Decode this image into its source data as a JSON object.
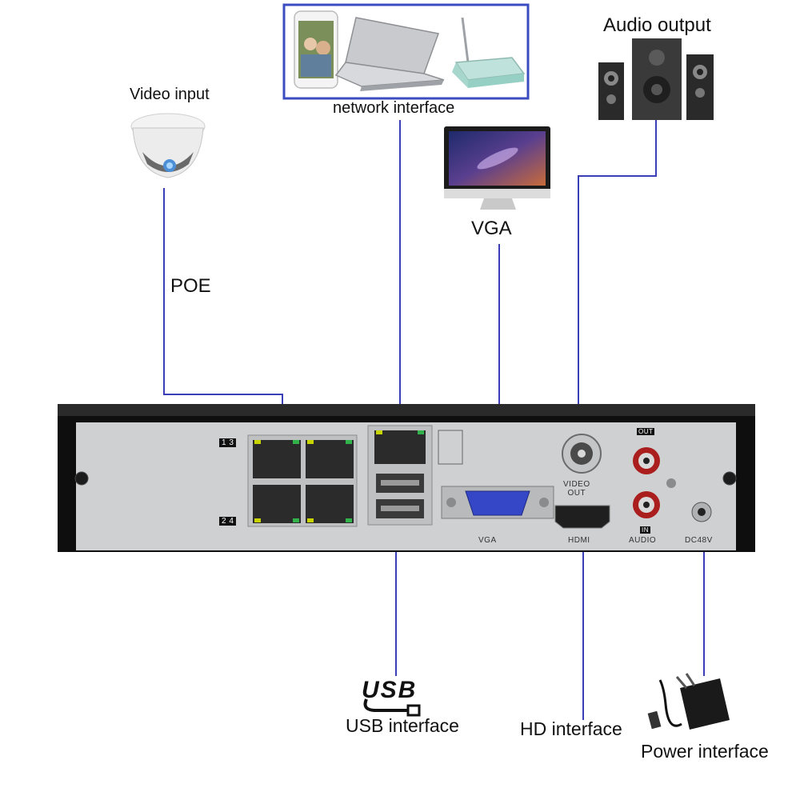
{
  "labels": {
    "video_input": "Video input",
    "poe": "POE",
    "network_interface": "network interface",
    "vga_top": "VGA",
    "audio_output": "Audio output",
    "usb_interface": "USB interface",
    "hd_interface": "HD interface",
    "power_interface": "Power interface",
    "usb_logo": "USB"
  },
  "panel": {
    "port_group_top": "1 3",
    "port_group_bottom": "2 4",
    "vga": "VGA",
    "video_out": "VIDEO\nOUT",
    "hdmi": "HDMI",
    "audio_out": "OUT",
    "audio_in": "IN",
    "audio": "AUDIO",
    "dc": "DC48V"
  },
  "colors": {
    "connector_line": "#3a3fb8",
    "network_box_border": "#3b4cc0",
    "panel_body": "#111111",
    "panel_face": "#cfd0d2"
  }
}
